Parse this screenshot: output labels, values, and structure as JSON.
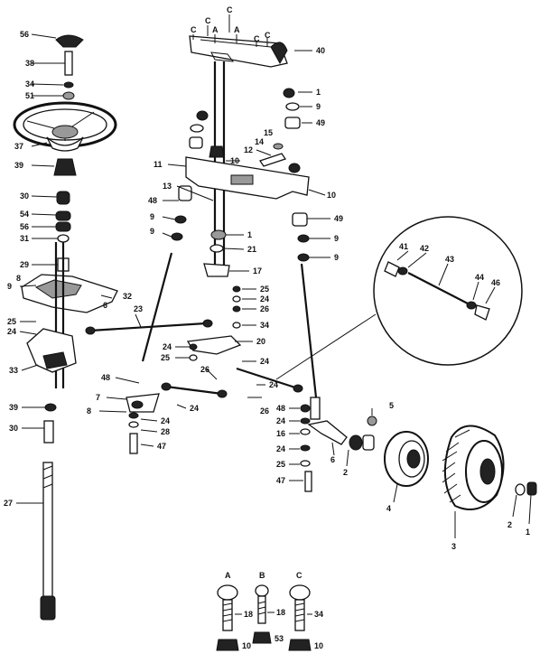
{
  "callouts": {
    "steering": [
      "56",
      "38",
      "34",
      "51",
      "37",
      "39",
      "30",
      "54",
      "56",
      "31",
      "29",
      "8",
      "9",
      "32",
      "25",
      "24",
      "33",
      "39",
      "30",
      "27",
      "6"
    ],
    "axle": [
      "C",
      "C",
      "C",
      "A",
      "A",
      "C",
      "C",
      "40",
      "1",
      "9",
      "49",
      "15",
      "14",
      "12",
      "10",
      "11",
      "13",
      "10",
      "48",
      "9",
      "49",
      "9",
      "1",
      "21",
      "9",
      "17",
      "9"
    ],
    "linkage": [
      "25",
      "24",
      "26",
      "34",
      "23",
      "20",
      "24",
      "25",
      "26",
      "24",
      "48",
      "7",
      "24",
      "8",
      "24",
      "28",
      "47",
      "26",
      "24"
    ],
    "spindle": [
      "48",
      "24",
      "16",
      "24",
      "25",
      "47",
      "5",
      "2",
      "6",
      "4",
      "3",
      "2",
      "1"
    ],
    "inset": [
      "41",
      "42",
      "43",
      "44",
      "46"
    ],
    "bolts": [
      {
        "letter": "A",
        "bolt": "18",
        "nut": "10"
      },
      {
        "letter": "B",
        "bolt": "18",
        "nut": "53"
      },
      {
        "letter": "C",
        "bolt": "34",
        "nut": "10"
      }
    ]
  }
}
